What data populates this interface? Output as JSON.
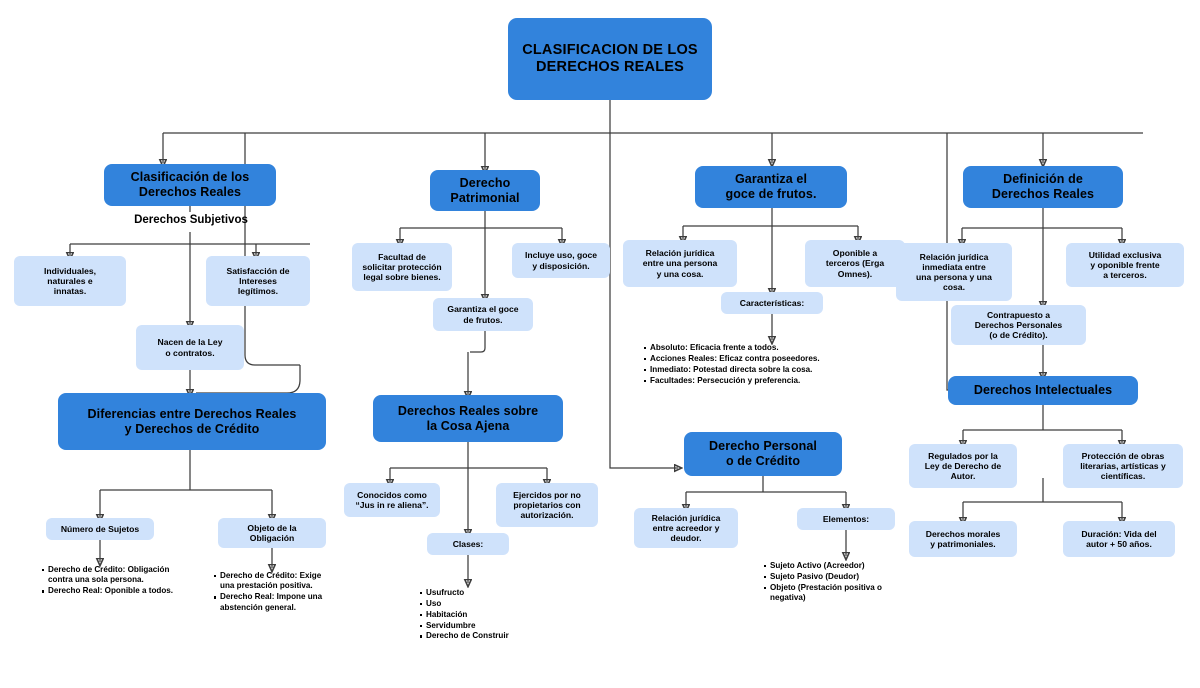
{
  "diagram": {
    "title": "CLASIFICACION DE LOS DERECHOS REALES",
    "colors": {
      "primary_box": "#3283DC",
      "leaf_box": "#CFE2FB",
      "connector": "#3d3d3d",
      "text": "#000000",
      "background": "#FFFFFF"
    }
  },
  "root": {
    "label": "CLASIFICACION DE LOS\nDERECHOS REALES"
  },
  "branch1": {
    "header": "Clasificación de los\nDerechos Reales",
    "subheader": "Derechos Subjetivos",
    "children": [
      {
        "label": "Individuales,\nnaturales e\ninnatas."
      },
      {
        "label": "Nacen de la Ley\no contratos."
      },
      {
        "label": "Satisfacción de\nIntereses\nlegítimos."
      }
    ],
    "differences": {
      "header": "Diferencias entre Derechos Reales\ny Derechos de Crédito",
      "columns": [
        {
          "label": "Número de Sujetos",
          "items": [
            {
              "lead": "Derecho de Crédito:",
              "text": " Obligación contra una sola persona."
            },
            {
              "lead": "Derecho Real:",
              "text": " Oponible a todos."
            }
          ]
        },
        {
          "label": "Objeto de la\nObligación",
          "items": [
            {
              "lead": "Derecho de Crédito:",
              "text": " Exige una prestación positiva."
            },
            {
              "lead": "Derecho Real:",
              "text": " Impone una abstención general."
            }
          ]
        }
      ]
    }
  },
  "branch2": {
    "header": "Derecho\nPatrimonial",
    "children": [
      {
        "label": "Facultad de\nsolicitar protección\nlegal sobre bienes."
      },
      {
        "label": "Garantiza el goce\nde frutos."
      },
      {
        "label": "Incluye uso, goce\ny disposición."
      }
    ],
    "cosa_ajena": {
      "header": "Derechos Reales sobre\nla Cosa Ajena",
      "children": [
        {
          "label": "Conocidos como\n“Jus in re aliena”."
        },
        {
          "label": "Clases:"
        },
        {
          "label": "Ejercidos por no\npropietarios con\nautorización."
        }
      ],
      "clases_items": [
        "Usufructo",
        "Uso",
        "Habitación",
        "Servidumbre",
        "Derecho de Construir"
      ]
    }
  },
  "branch3": {
    "header": "Garantiza el\ngoce de frutos.",
    "children": [
      {
        "label": "Relación jurídica\nentre una persona\ny una cosa."
      },
      {
        "label": "Características:"
      },
      {
        "label": "Oponible a\nterceros (Erga\nOmnes)."
      }
    ],
    "caracteristicas_items": [
      {
        "lead": "Absoluto:",
        "text": " Eficacia frente a todos."
      },
      {
        "lead": "Acciones Reales:",
        "text": " Eficaz contra poseedores."
      },
      {
        "lead": "Inmediato",
        "text": ": Potestad directa sobre la cosa."
      },
      {
        "lead": "Facultades:",
        "text": " Persecución y preferencia."
      }
    ],
    "personal": {
      "header": "Derecho Personal\no de Crédito",
      "children": [
        {
          "label": "Relación jurídica\nentre acreedor y\ndeudor."
        },
        {
          "label": "Elementos:"
        }
      ],
      "elementos_items": [
        "Sujeto Activo (Acreedor)",
        "Sujeto Pasivo (Deudor)",
        "Objeto (Prestación positiva o negativa)"
      ]
    }
  },
  "branch4": {
    "header": "Definición de\nDerechos Reales",
    "children": [
      {
        "label": "Relación jurídica\ninmediata entre\nuna persona y una\ncosa."
      },
      {
        "label": "Contrapuesto a\nDerechos Personales\n(o de Crédito)."
      },
      {
        "label": "Utilidad exclusiva\ny oponible frente\na terceros."
      }
    ],
    "intelectuales": {
      "header": "Derechos Intelectuales",
      "children": [
        {
          "label": "Regulados por la\nLey de Derecho de\nAutor."
        },
        {
          "label": "Protección de obras\nliterarias, artísticas y\ncientíficas."
        },
        {
          "label": "Derechos morales\ny patrimoniales."
        },
        {
          "label": "Duración: Vida del\nautor + 50 años."
        }
      ]
    }
  }
}
